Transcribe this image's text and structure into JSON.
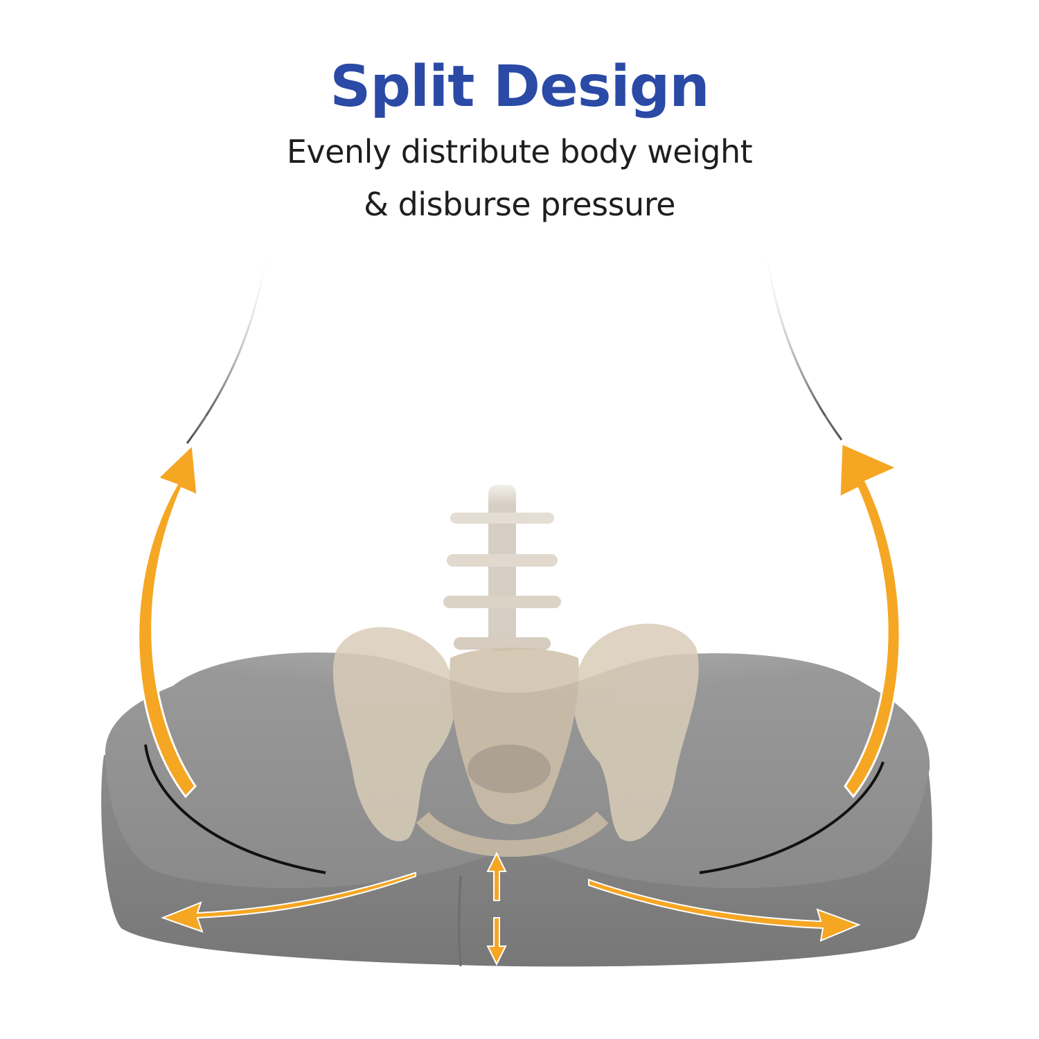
{
  "headline": "Split Design",
  "subheadline": {
    "line1": "Evenly distribute body weight",
    "line2": "& disburse pressure"
  },
  "colors": {
    "headline": "#2a4aa6",
    "text": "#1e1e1e",
    "arrow": "#f5a623",
    "cushion": "#8f8f8f",
    "bone": "#d8cbb7"
  },
  "illustration": {
    "subject": "seat cushion with pelvis and spine overlay",
    "arrows": [
      "up-left-arrow",
      "up-right-arrow",
      "horizontal-left-arrow",
      "horizontal-right-arrow",
      "vertical-center-arrow"
    ]
  }
}
